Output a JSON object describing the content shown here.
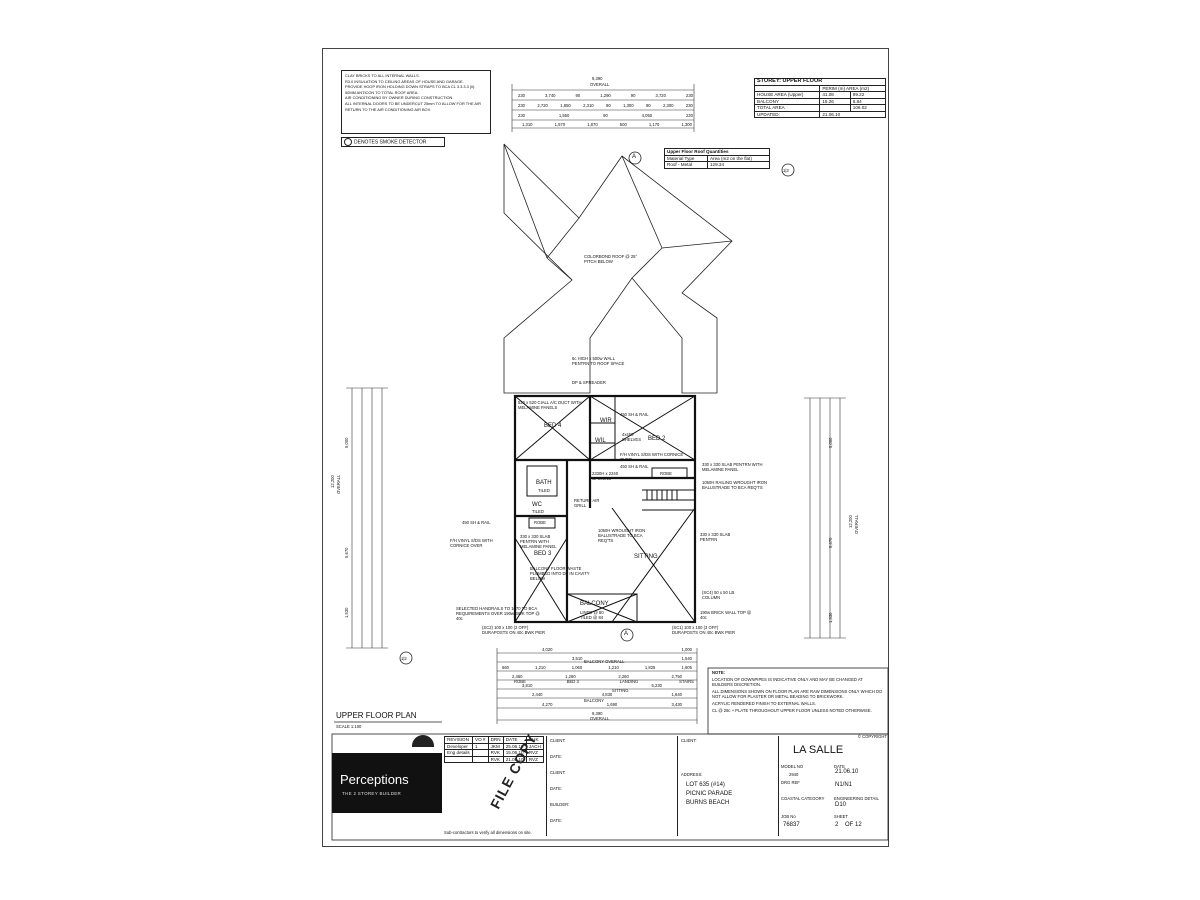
{
  "notes_top": [
    "CLAY BRICKS TO ALL INTERNAL WALLS.",
    "R3.0 INSULATION TO CEILING AREAS OF HOUSE AND GARAGE.",
    "PROVIDE HOOP IRON HOLDING DOWN STRAPS TO BCA CL 3.3.3.3 (ii).",
    "50MM ANTICON TO TOTAL ROOF AREA.",
    "AIR CONDITIONING BY OWNER DURING CONSTRUCTION.",
    "ALL INTERNAL DOORS TO BE UNDERCUT 25mm TO ALLOW FOR THE AIR",
    "RETURN TO THE AIR CONDITIONING AIR BOX."
  ],
  "smoke_detector": "DENOTES SMOKE DETECTOR",
  "storey_table": {
    "heading": "STOREY: UPPER FLOOR",
    "col_header": "PERIM (m)  AREA (m2)",
    "rows": [
      {
        "label": "HOUSE AREA (Upper)",
        "perim": "41.08",
        "area": "99.22"
      },
      {
        "label": "BALCONY",
        "perim": "15.26",
        "area": "6.84"
      }
    ],
    "total_label": "TOTAL AREA",
    "total_value": "106.02",
    "updated_label": "UPDATED:",
    "updated_value": "21.06.10"
  },
  "roof_table": {
    "heading": "Upper Floor Roof Quantities",
    "col1": "Material Type",
    "col2": "Area (m2 on the flat)",
    "row_label": "Roof - Metal",
    "row_value": "129.34"
  },
  "dims_top": {
    "overall": "9,390",
    "overall_label": "OVERALL",
    "row1": [
      "230",
      "3,740",
      "90",
      "1,290",
      "90",
      "3,720",
      "230"
    ],
    "row1_labels": [
      "BED 4",
      "WIR",
      "WIL",
      "BED 2"
    ],
    "row2": [
      "230",
      "2,720",
      "1,850",
      "2,310",
      "90",
      "1,300",
      "90",
      "2,300",
      "230"
    ],
    "row3": [
      "230",
      "1,550",
      "90",
      "4,050",
      "230"
    ],
    "row4": [
      "1,310",
      "1,570",
      "1,870",
      "500",
      "1,170",
      "1,300"
    ]
  },
  "dims_bottom": {
    "row1": [
      "4,020",
      "1,000"
    ],
    "row2": [
      "3,510",
      "1,540"
    ],
    "row3": [
      "660",
      "1,210",
      "1,060",
      "1,210",
      "1,825",
      "1,605"
    ],
    "row4": [
      "2,460",
      "1,260",
      "2,260",
      "2,750"
    ],
    "row5": [
      "3,810",
      "5,230"
    ],
    "row6": [
      "2,440",
      "4,830",
      "1,640"
    ],
    "row7": [
      "4,270",
      "1,690",
      "3,430"
    ],
    "overall": "9,390",
    "overall_label": "OVERALL",
    "labels": [
      "BALCONY OVERALL",
      "ROBE",
      "BED 3",
      "LANDING",
      "STAIRS",
      "SITTING",
      "BALCONY"
    ]
  },
  "dims_left": {
    "overall": "12,200",
    "overall_label": "OVERALL",
    "parts": [
      "1,530",
      "5,670",
      "5,000"
    ]
  },
  "dims_right": {
    "overall": "12,200",
    "overall_label": "OVERALL",
    "parts": [
      "1,530",
      "5,670",
      "5,000"
    ]
  },
  "rooms": {
    "bed4": "BED 4",
    "bed2": "BED 2",
    "bed3": "BED 3",
    "wir": "WIR",
    "wil": "WIL",
    "bath": "BATH",
    "bath_sub": "TILED",
    "wc": "WC",
    "wc_sub": "TILED",
    "robe": "ROBE",
    "robe2": "ROBE",
    "sitting": "SITTING",
    "balcony": "BALCONY",
    "balcony_sub": "LINED @ 80\nTILED @ 84"
  },
  "annotations": {
    "colorbond": "COLORBOND ROOF @ 25° PITCH BELOW",
    "wall_pentrn": "6c HIGH x 500w WALL PENTRN TO ROOF SPACE",
    "dp_spreader": "DP & SPREADER",
    "ac_duct": "520 x 520 CIALL A/C DUCT WITH MELAMINE PANELS",
    "sh_rail_1": "450 SH & RAIL",
    "shelves": "4x450 SHELVES",
    "fh_vinyl_1": "F/H VINYL S/DS WITH CORNICE OVER",
    "sh_rail_2": "450 SH & RAIL",
    "slab_pentrn_1": "330 x 330 SLAB PENTRN WITH MELAMINE PANEL",
    "railing": "1050H RAILING WROUGHT IRON BALUSTRADE TO BCA REQ'TS",
    "return_air": "RETURN AIR GRILL",
    "sh_rail_3": "450 SH & RAIL",
    "fh_vinyl_2": "F/H VINYL S/DS WITH CORNICE OVER",
    "slab_pentrn_2": "330 x 330 SLAB PENTRN WITH MELAMINE PANEL",
    "wrought_iron": "1050H WROUGHT IRON BALUSTRADE TO BCA REQ'TS",
    "slab_pentrn_3": "330 x 330 SLAB PENTRN",
    "balcony_floor": "BALCONY FLOOR WASTE PLUMBED INTO DP IN CAVITY BELOW",
    "column": "(SC4) 50 x 50 LB COLUMN",
    "brick_wall": "190w BRICK WALL TOP @ 40c",
    "handrails": "SELECTED HANDRAILS TO 1070 TO BCA REQUIREMENTS OVER 190w BWK TOP @ 40c",
    "duraposts_1": "(SC2) 100 x 100 (2 OFF) DURAPOSTS ON 40c BWK PIER",
    "duraposts_2": "(SC1) 100 x 100 (3 OFF) DURAPOSTS ON 40c BWK PIER",
    "opening": "2330H x 2240 OPENING",
    "section_a": "A",
    "section_12": "1|2",
    "section_13": "1|3"
  },
  "bottom_notes": {
    "heading": "NOTE:",
    "items": [
      "LOCATION OF DOWNPIPES IS INDICATIVE ONLY AND MAY BE CHANGED AT BUILDERS DISCRETION.",
      "ALL DIMENSIONS SHOWN ON FLOOR PLAN ARE RAW DIMENSIONS ONLY WHICH DO NOT ALLOW FOR PLASTER OR METAL BEADING TO BRICKWORK.",
      "ACRYLIC RENDERED FINISH TO EXTERNAL WALLS.",
      "CL @ 28c + PLATE THROUGHOUT UPPER FLOOR UNLESS NOTED OTHERWISE."
    ]
  },
  "plan_title": "UPPER FLOOR PLAN",
  "plan_scale": "SCALE 1:100",
  "titleblock": {
    "logo_name": "Perceptions",
    "logo_sub": "THE 2 STOREY BUILDER",
    "revision_head": [
      "REVISION",
      "VO #",
      "DRN",
      "DATE",
      "CHK"
    ],
    "revisions": [
      [
        "Developer",
        "1",
        "JKM",
        "25.06.10",
        "JACH"
      ],
      [
        "Eng details",
        "",
        "RVK",
        "15.06.10",
        "RVZ"
      ],
      [
        "",
        "",
        "RVK",
        "21.06.10",
        "RVZ"
      ]
    ],
    "subcontractors": "Sub-contractors to verify all dimensions on site.",
    "client_labels": [
      "CLIENT:",
      "DATE:",
      "CLIENT:",
      "DATE:",
      "BUILDER:",
      "DATE:"
    ],
    "client_right": "CLIENT:",
    "address_label": "ADDRESS:",
    "address": [
      "LOT 635 (#14)",
      "PICNIC PARADE",
      "BURNS BEACH"
    ],
    "house_name": "LA SALLE",
    "copyright": "© COPYRIGHT",
    "model_no_label": "MODEL NO",
    "model_no": "2940",
    "date_label": "DATE",
    "date": "21.06.10",
    "drg_label": "DRG REF",
    "drg": "N1/N1",
    "coastal_label": "COASTAL CATEGORY",
    "wind_label": "ENGINEERING DETAIL",
    "wind": "D10",
    "job_label": "JOB No",
    "job": "76837",
    "sheet_label": "SHEET",
    "sheet": "2",
    "of": "OF 12",
    "stamp_text": "FILE COPY"
  }
}
